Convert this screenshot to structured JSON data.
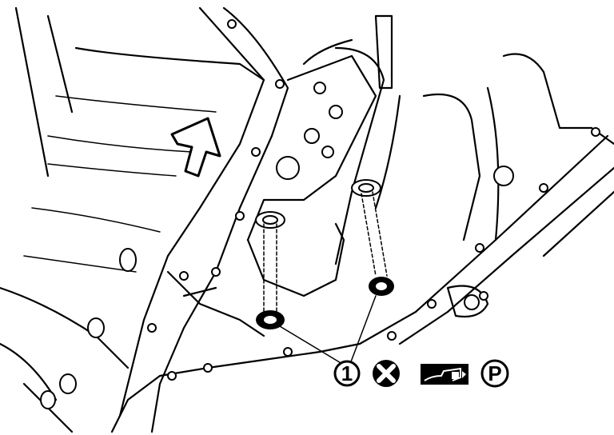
{
  "diagram": {
    "callout": "1",
    "symbols": [
      {
        "name": "do-not-reuse",
        "icon": "x-circle-icon"
      },
      {
        "name": "apply-sealant",
        "icon": "sealant-tube-icon"
      },
      {
        "name": "genuine-part",
        "icon": "p-circle-icon",
        "label": "P"
      }
    ],
    "colors": {
      "ink": "#000000",
      "paper": "#ffffff"
    }
  }
}
